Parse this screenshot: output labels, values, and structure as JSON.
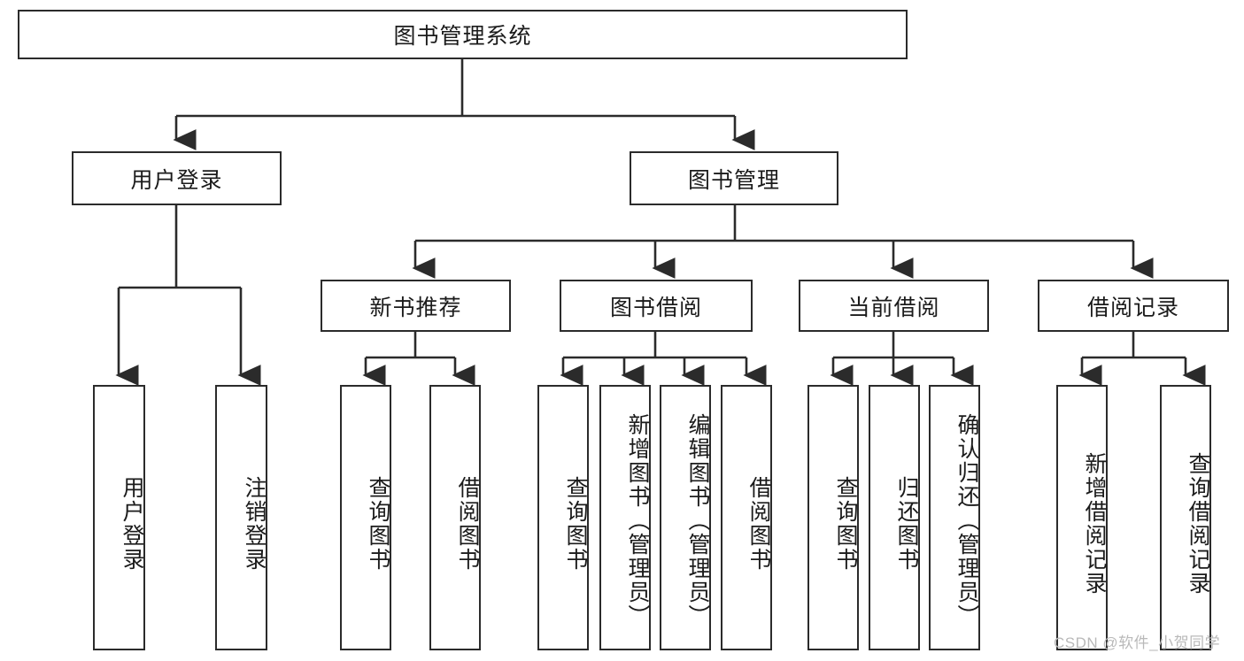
{
  "diagram": {
    "title": "图书管理系统",
    "type": "tree-hierarchy-diagram",
    "root": {
      "label": "图书管理系统"
    },
    "level2": [
      {
        "label": "用户登录"
      },
      {
        "label": "图书管理"
      }
    ],
    "level3": [
      {
        "label": "新书推荐"
      },
      {
        "label": "图书借阅"
      },
      {
        "label": "当前借阅"
      },
      {
        "label": "借阅记录"
      }
    ],
    "leaves": {
      "user_login": [
        {
          "label": "用户登录"
        },
        {
          "label": "注销登录"
        }
      ],
      "new_book_recommend": [
        {
          "label": "查询图书"
        },
        {
          "label": "借阅图书"
        }
      ],
      "book_borrow": [
        {
          "label": "查询图书"
        },
        {
          "label": "新增图书（管理员）"
        },
        {
          "label": "编辑图书（管理员）"
        },
        {
          "label": "借阅图书"
        }
      ],
      "current_borrow": [
        {
          "label": "查询图书"
        },
        {
          "label": "归还图书"
        },
        {
          "label": "确认归还（管理员）"
        }
      ],
      "borrow_record": [
        {
          "label": "新增借阅记录"
        },
        {
          "label": "查询借阅记录"
        }
      ]
    }
  },
  "watermark": {
    "text": "CSDN @软件_小贺同学"
  },
  "colors": {
    "stroke": "#2b2b2b",
    "background": "#ffffff",
    "text": "#1b1b1b",
    "watermark": "#b9b9b9"
  }
}
